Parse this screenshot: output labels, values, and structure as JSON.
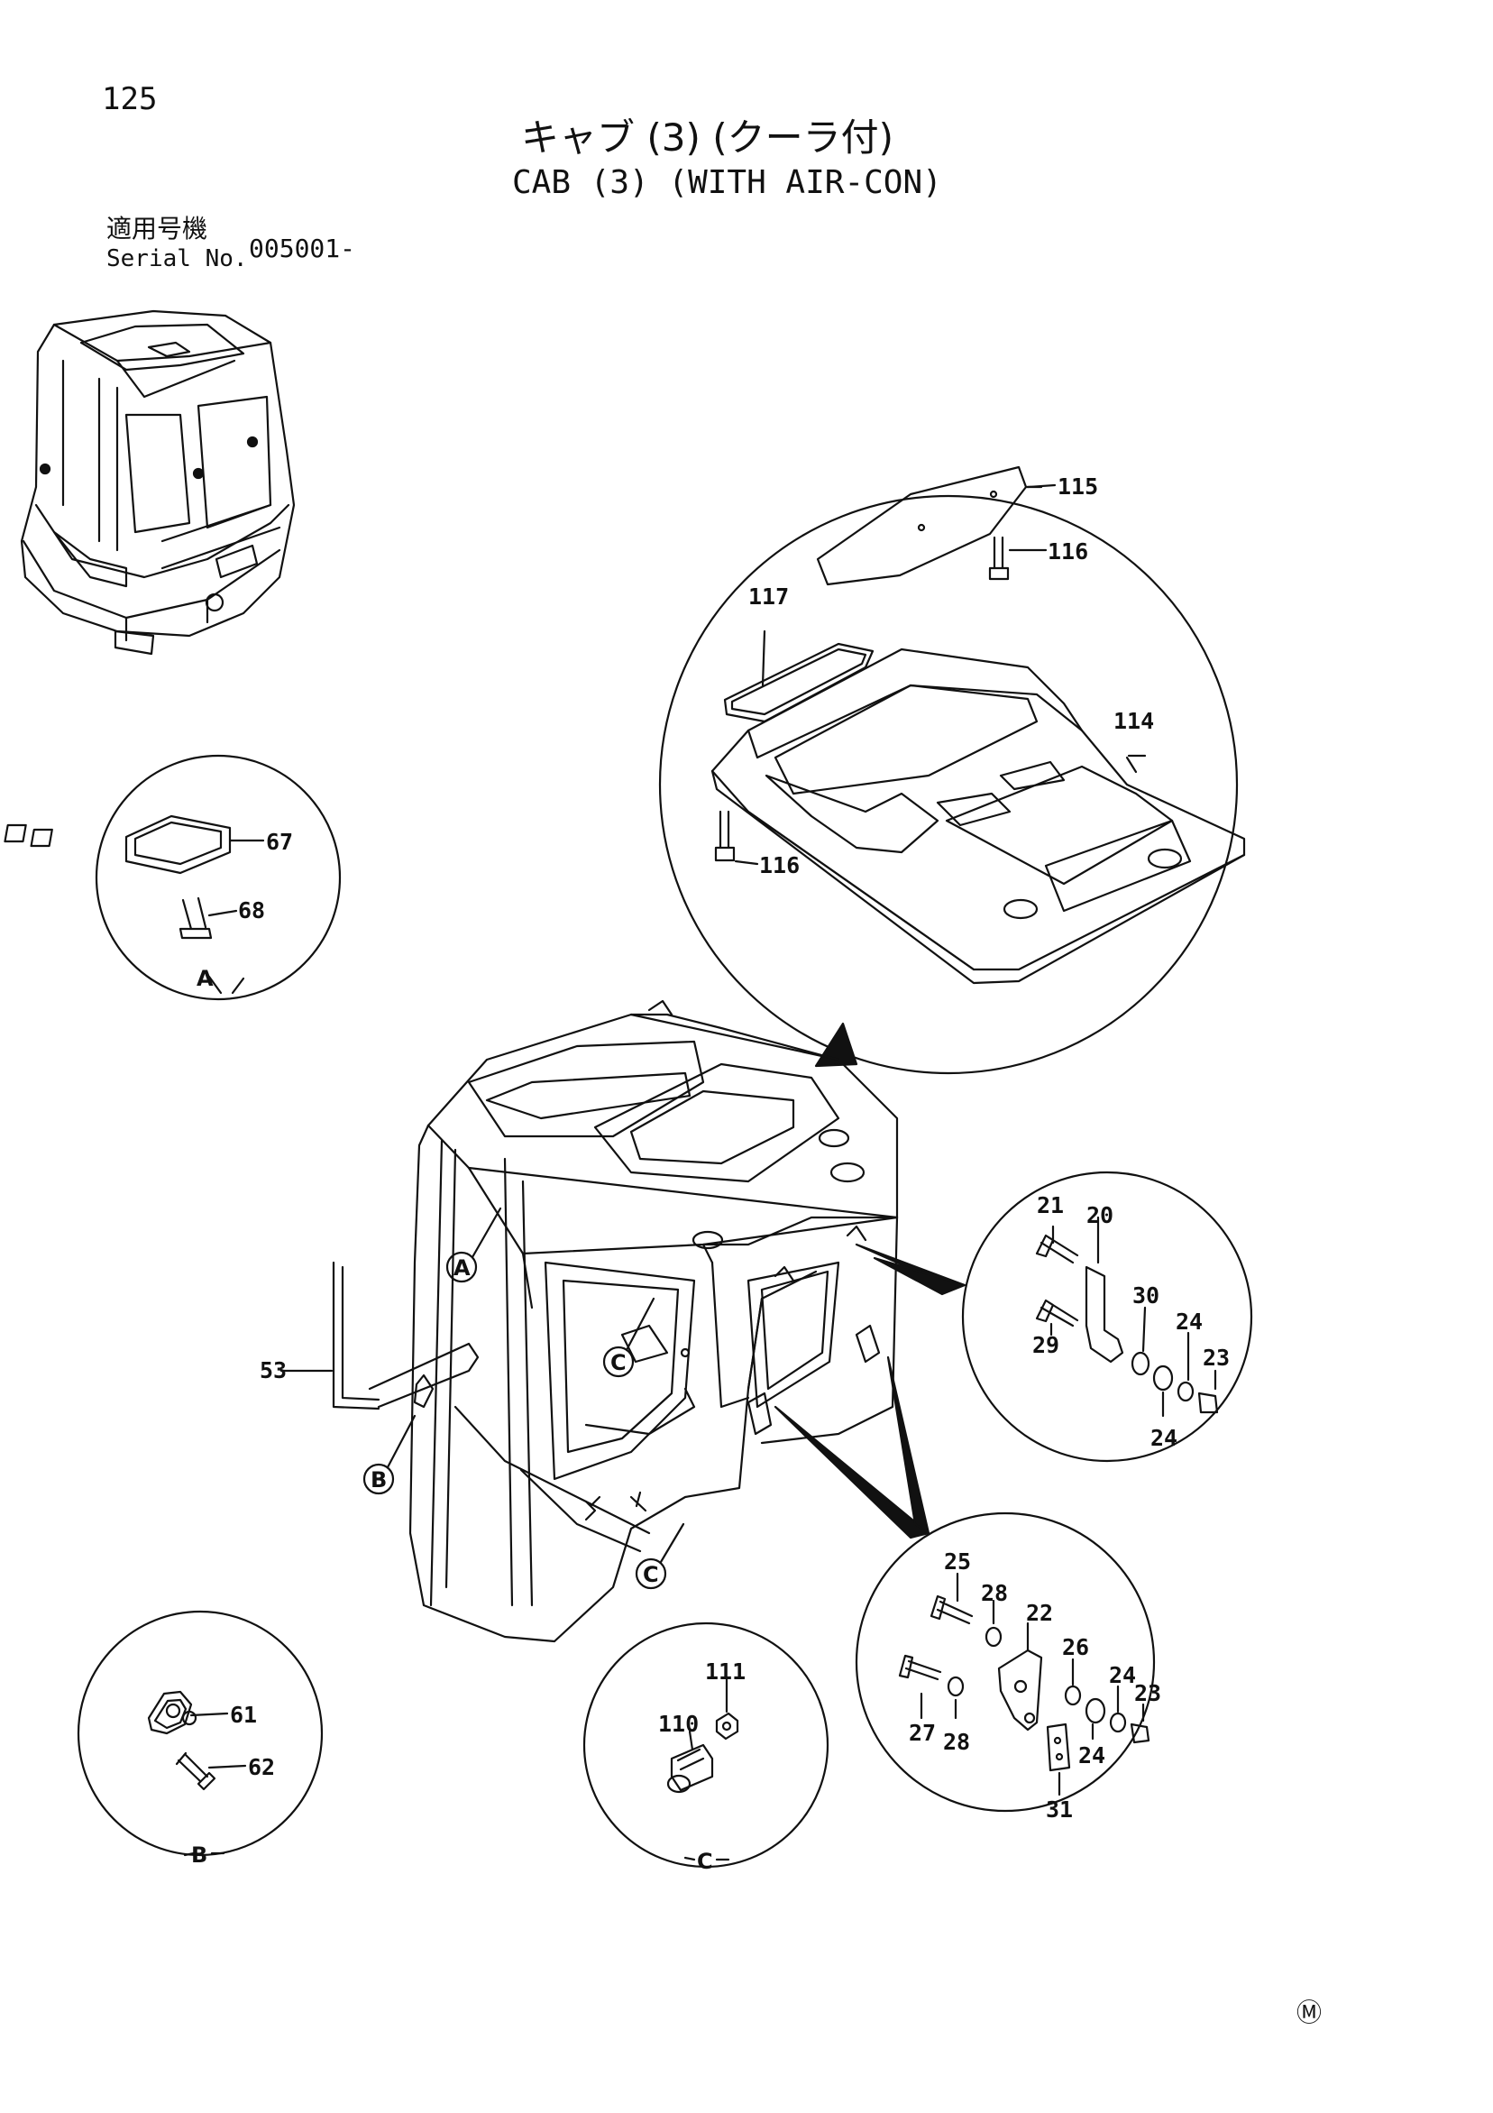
{
  "page_number": "125",
  "title_jp": "キャブ (3) (クーラ付)",
  "title_en": "CAB (3) (WITH AIR-CON)",
  "serial_label_jp": "適用号機",
  "serial_label_en": "Serial No.",
  "serial_value": "005001-",
  "part_labels": {
    "p115": "115",
    "p116a": "116",
    "p117": "117",
    "p114": "114",
    "p116b": "116",
    "p67": "67",
    "p68": "68",
    "p53": "53",
    "p21": "21",
    "p20": "20",
    "p30": "30",
    "p29": "29",
    "p24a": "24",
    "p23a": "23",
    "p24b": "24",
    "p25": "25",
    "p28a": "28",
    "p22": "22",
    "p26": "26",
    "p24c": "24",
    "p23b": "23",
    "p27": "27",
    "p28b": "28",
    "p24d": "24",
    "p31": "31",
    "p61": "61",
    "p62": "62",
    "p111": "111",
    "p110": "110"
  },
  "callouts": {
    "a": "A",
    "b": "B",
    "c": "C"
  },
  "detail_labels": {
    "a": "A",
    "b": "B",
    "c": "C"
  },
  "footer_mark": "Ⓜ"
}
